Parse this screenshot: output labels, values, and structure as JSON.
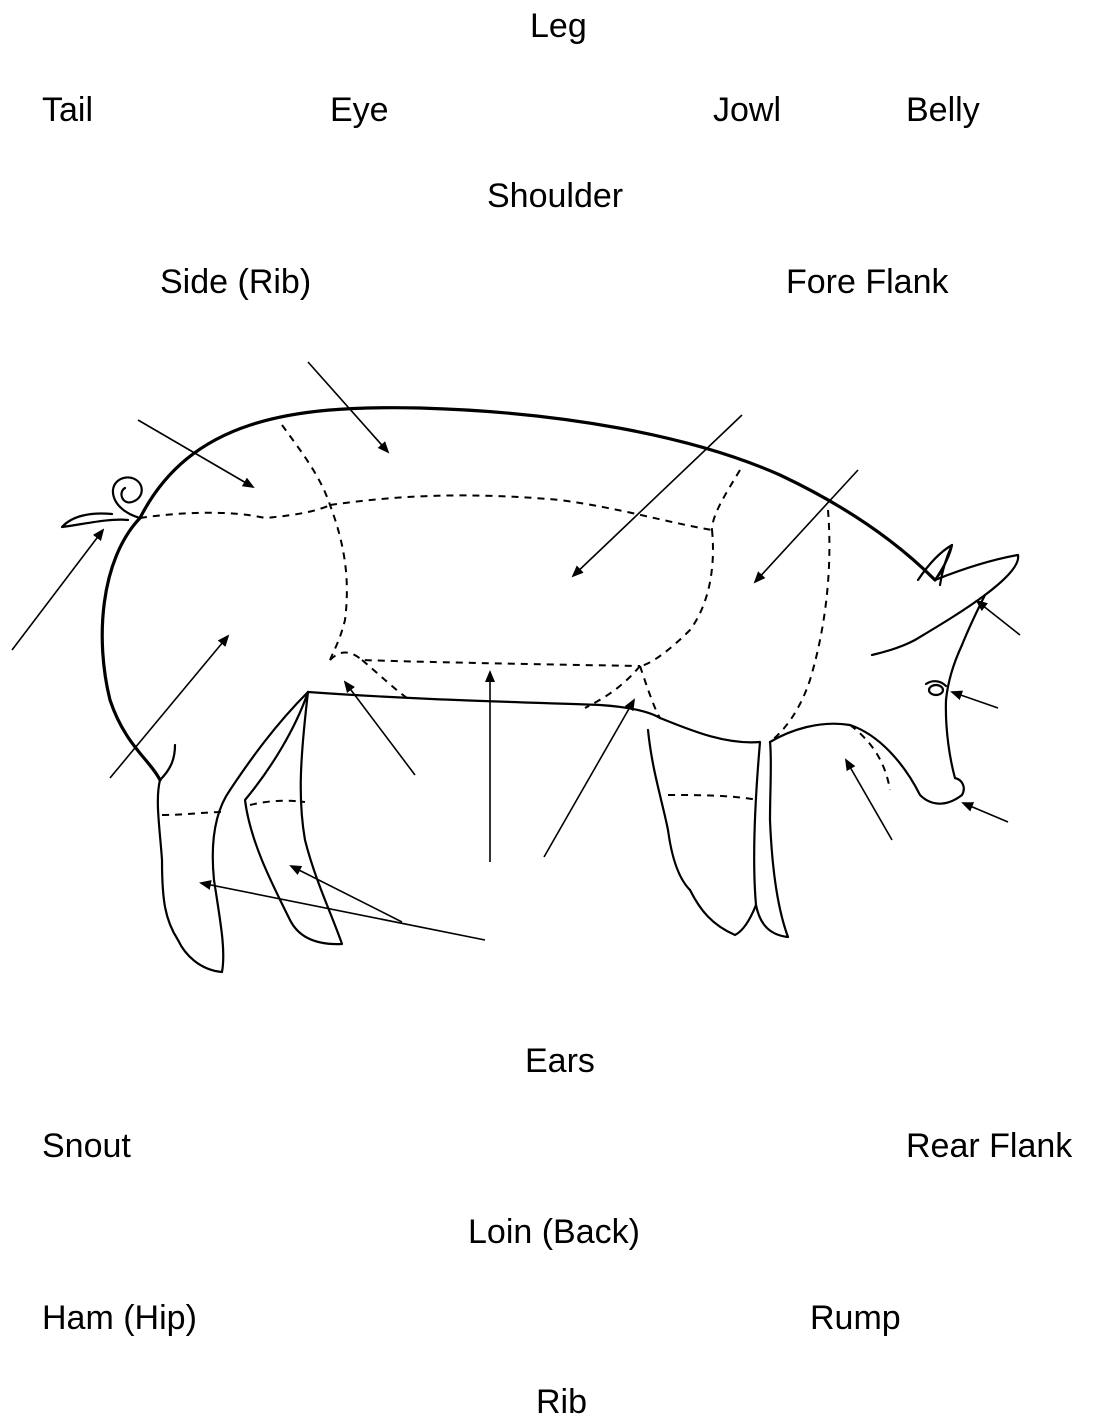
{
  "word_bank_top": [
    "Leg",
    "Tail",
    "Eye",
    "Jowl",
    "Belly",
    "Shoulder",
    "Side (Rib)",
    "Fore Flank"
  ],
  "word_bank_bottom": [
    "Ears",
    "Snout",
    "Rear Flank",
    "Loin (Back)",
    "Ham (Hip)",
    "Rump",
    "Rib"
  ],
  "colors": {
    "background": "#ffffff",
    "line": "#000000"
  }
}
